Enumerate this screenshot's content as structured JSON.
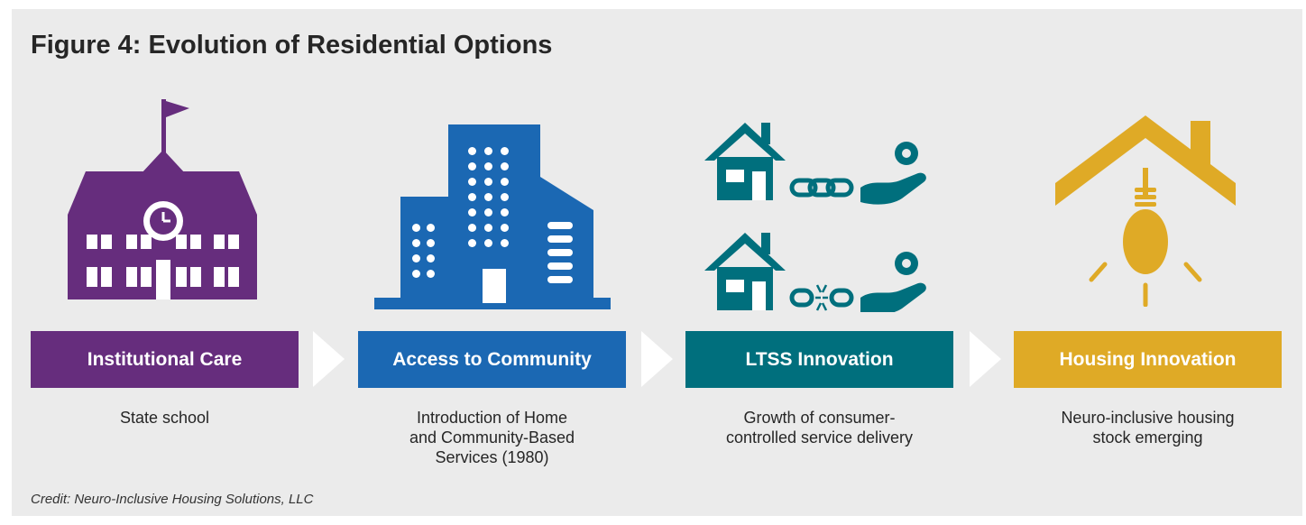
{
  "figure": {
    "title": "Figure 4: Evolution of Residential Options",
    "credit": "Credit: Neuro-Inclusive Housing Solutions, LLC"
  },
  "stages": [
    {
      "label": "Institutional Care",
      "description": "State school",
      "color": "#662d7d",
      "icon": "school-building-icon"
    },
    {
      "label": "Access to Community",
      "description": "Introduction of Home\nand Community-Based\nServices (1980)",
      "color": "#1b68b3",
      "icon": "office-building-icon"
    },
    {
      "label": "LTSS Innovation",
      "description": "Growth of consumer-\ncontrolled service delivery",
      "color": "#006f7d",
      "icon": "house-linked-service-icon"
    },
    {
      "label": "Housing Innovation",
      "description": "Neuro-inclusive housing\nstock emerging",
      "color": "#dfaa26",
      "icon": "house-lightbulb-icon"
    }
  ],
  "colors": {
    "background": "#ebebeb",
    "arrow": "#ffffff",
    "text": "#262626"
  }
}
